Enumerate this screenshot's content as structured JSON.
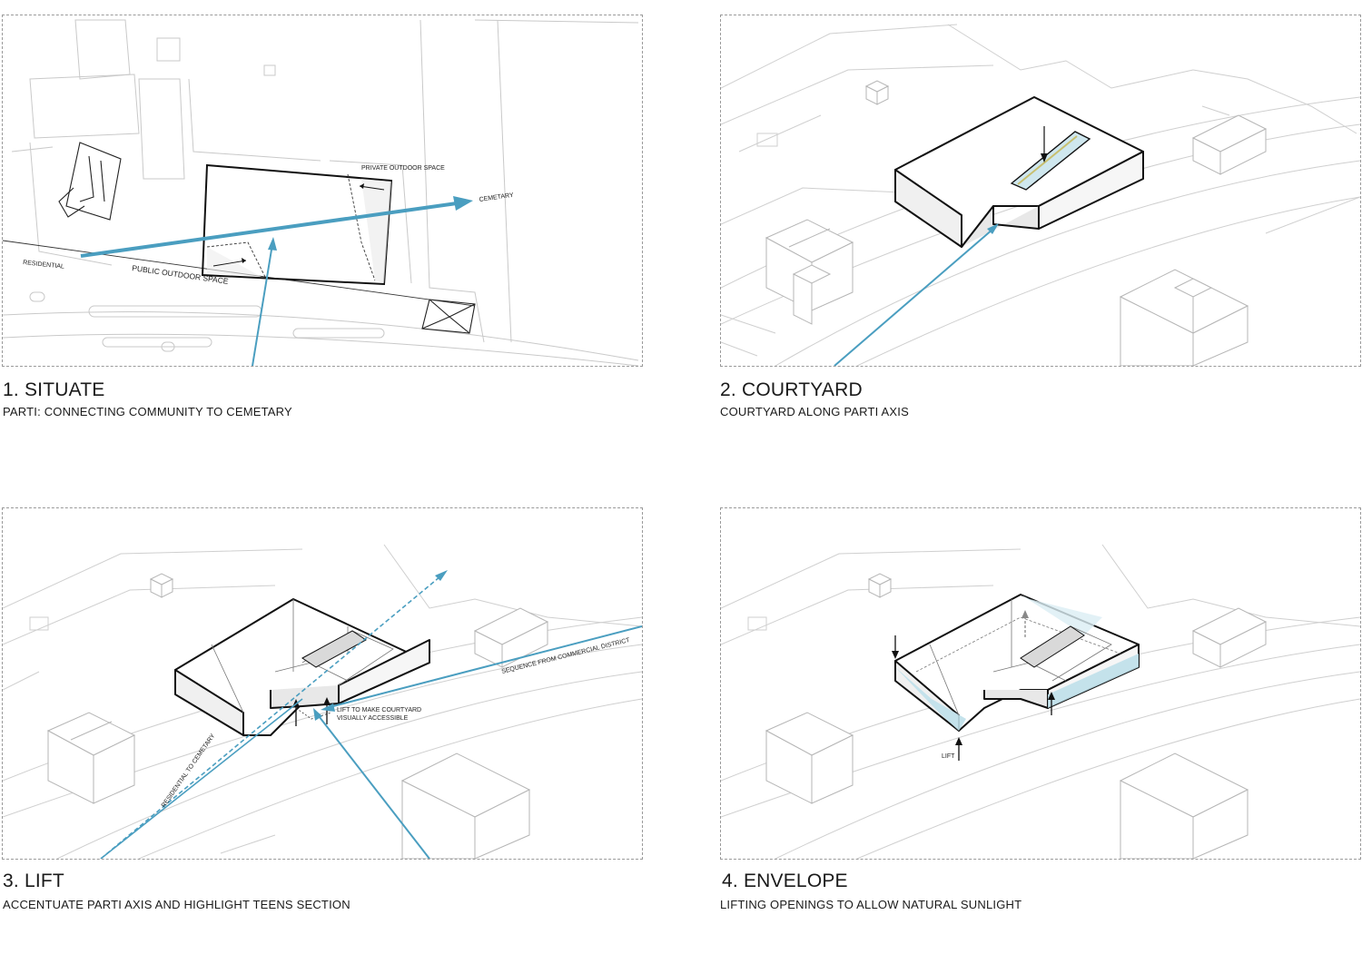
{
  "accent": "#4a9ec0",
  "panels": [
    {
      "title": "1. SITUATE",
      "subtitle": "PARTI: CONNECTING COMMUNITY TO CEMETARY",
      "labels": {
        "private": "PRIVATE OUTDOOR SPACE",
        "cemetary": "CEMETARY",
        "residential": "RESIDENTIAL",
        "public": "PUBLIC OUTDOOR SPACE"
      }
    },
    {
      "title": "2. COURTYARD",
      "subtitle": "COURTYARD ALONG PARTI AXIS"
    },
    {
      "title": "3. LIFT",
      "subtitle": "ACCENTUATE PARTI AXIS AND HIGHLIGHT TEENS SECTION",
      "labels": {
        "sequence": "SEQUENCE FROM COMMERCIAL DISTRICT",
        "lift_note_1": "LIFT TO MAKE COURTYARD",
        "lift_note_2": "VISUALLY ACCESSIBLE",
        "residential": "RESIDENTIAL TO CEMETARY"
      }
    },
    {
      "title": "4. ENVELOPE",
      "subtitle": "LIFTING OPENINGS TO ALLOW NATURAL SUNLIGHT",
      "labels": {
        "lift": "LIFT"
      }
    }
  ]
}
